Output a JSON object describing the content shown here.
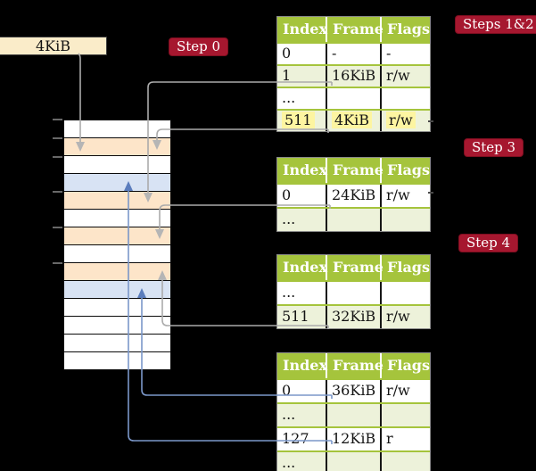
{
  "source_box": {
    "label": "4KiB"
  },
  "badges": {
    "step0": "Step 0",
    "steps12": "Steps 1&2",
    "step3": "Step 3",
    "step4": "Step 4"
  },
  "tables": [
    {
      "id": "page-table-steps-1-2",
      "headers": [
        "Index",
        "Frame",
        "Flags"
      ],
      "rows": [
        {
          "cells": [
            "0",
            "-",
            "-"
          ],
          "shade": false,
          "highlight": false
        },
        {
          "cells": [
            "1",
            "16KiB",
            "r/w"
          ],
          "shade": true,
          "highlight": false
        },
        {
          "cells": [
            "...",
            "",
            ""
          ],
          "shade": false,
          "highlight": false
        },
        {
          "cells": [
            "511",
            "4KiB",
            "r/w"
          ],
          "shade": true,
          "highlight": true
        }
      ]
    },
    {
      "id": "page-table-step-3",
      "headers": [
        "Index",
        "Frame",
        "Flags"
      ],
      "rows": [
        {
          "cells": [
            "0",
            "24KiB",
            "r/w"
          ],
          "shade": false,
          "highlight": false
        },
        {
          "cells": [
            "...",
            "",
            ""
          ],
          "shade": true,
          "highlight": false
        }
      ]
    },
    {
      "id": "page-table-step-4",
      "headers": [
        "Index",
        "Frame",
        "Flags"
      ],
      "rows": [
        {
          "cells": [
            "...",
            "",
            ""
          ],
          "shade": false,
          "highlight": false
        },
        {
          "cells": [
            "511",
            "32KiB",
            "r/w"
          ],
          "shade": true,
          "highlight": false
        }
      ]
    },
    {
      "id": "page-table-final",
      "headers": [
        "Index",
        "Frame",
        "Flags"
      ],
      "rows": [
        {
          "cells": [
            "0",
            "36KiB",
            "r/w"
          ],
          "shade": false,
          "highlight": false
        },
        {
          "cells": [
            "...",
            "",
            ""
          ],
          "shade": true,
          "highlight": false
        },
        {
          "cells": [
            "127",
            "12KiB",
            "r"
          ],
          "shade": false,
          "highlight": false
        },
        {
          "cells": [
            "...",
            "",
            ""
          ],
          "shade": true,
          "highlight": false
        }
      ]
    }
  ],
  "memory": {
    "rows": [
      "white",
      "orange",
      "white",
      "blue",
      "orange",
      "white",
      "orange",
      "white",
      "orange",
      "blue",
      "white",
      "white",
      "white",
      "white"
    ]
  },
  "colors": {
    "badge_red": "#a6172f",
    "table_header_olive": "#a5c43c",
    "row_shade_green": "#edf2da",
    "highlight_yellow": "#fdf5a1",
    "memory_orange": "#fde5c9",
    "memory_blue": "#d8e3f4",
    "connector_gray": "#ababab",
    "connector_blue": "#7b97c9",
    "source_box_cream": "#faecc9"
  }
}
